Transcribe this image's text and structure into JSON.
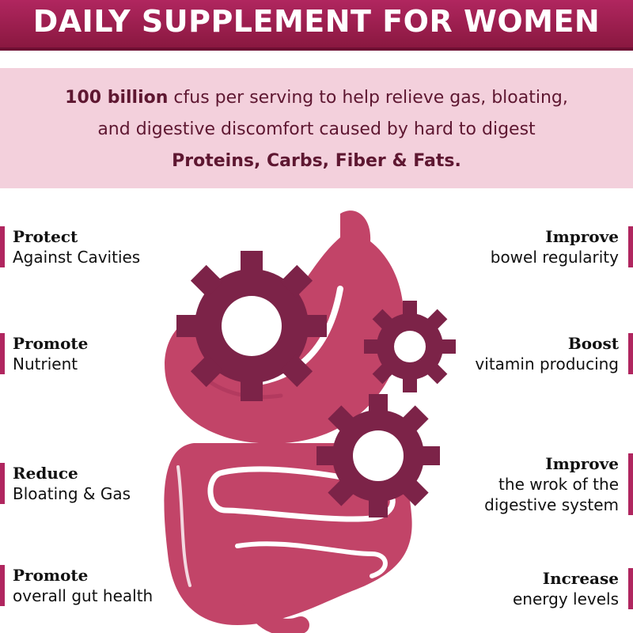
{
  "header": {
    "title": "DAILY SUPPLEMENT FOR WOMEN"
  },
  "intro": {
    "line1_bold": "100 billion",
    "line1_rest": " cfus per serving to help relieve gas, bloating,",
    "line2": "and digestive discomfort caused by hard to digest",
    "line3_bold": "Proteins, Carbs, Fiber & Fats."
  },
  "features_left": [
    {
      "title": "Protect",
      "desc": "Against Cavities"
    },
    {
      "title": "Promote",
      "desc": "Nutrient"
    },
    {
      "title": "Reduce",
      "desc": "Bloating & Gas"
    },
    {
      "title": "Promote",
      "desc": "overall gut health"
    }
  ],
  "features_right": [
    {
      "title": "Improve",
      "desc": "bowel regularity"
    },
    {
      "title": "Boost",
      "desc": "vitamin producing"
    },
    {
      "title": "Improve",
      "desc": "the wrok of the",
      "desc2": "digestive system"
    },
    {
      "title": "Increase",
      "desc": "energy levels"
    }
  ],
  "colors": {
    "header_bg": "#9c1f4f",
    "intro_bg": "#f3d0dc",
    "organ": "#c24468",
    "gear": "#7c2348",
    "accent_bar": "#b0265f"
  },
  "icons": [
    "gear-icon",
    "stomach-icon",
    "intestine-icon"
  ]
}
